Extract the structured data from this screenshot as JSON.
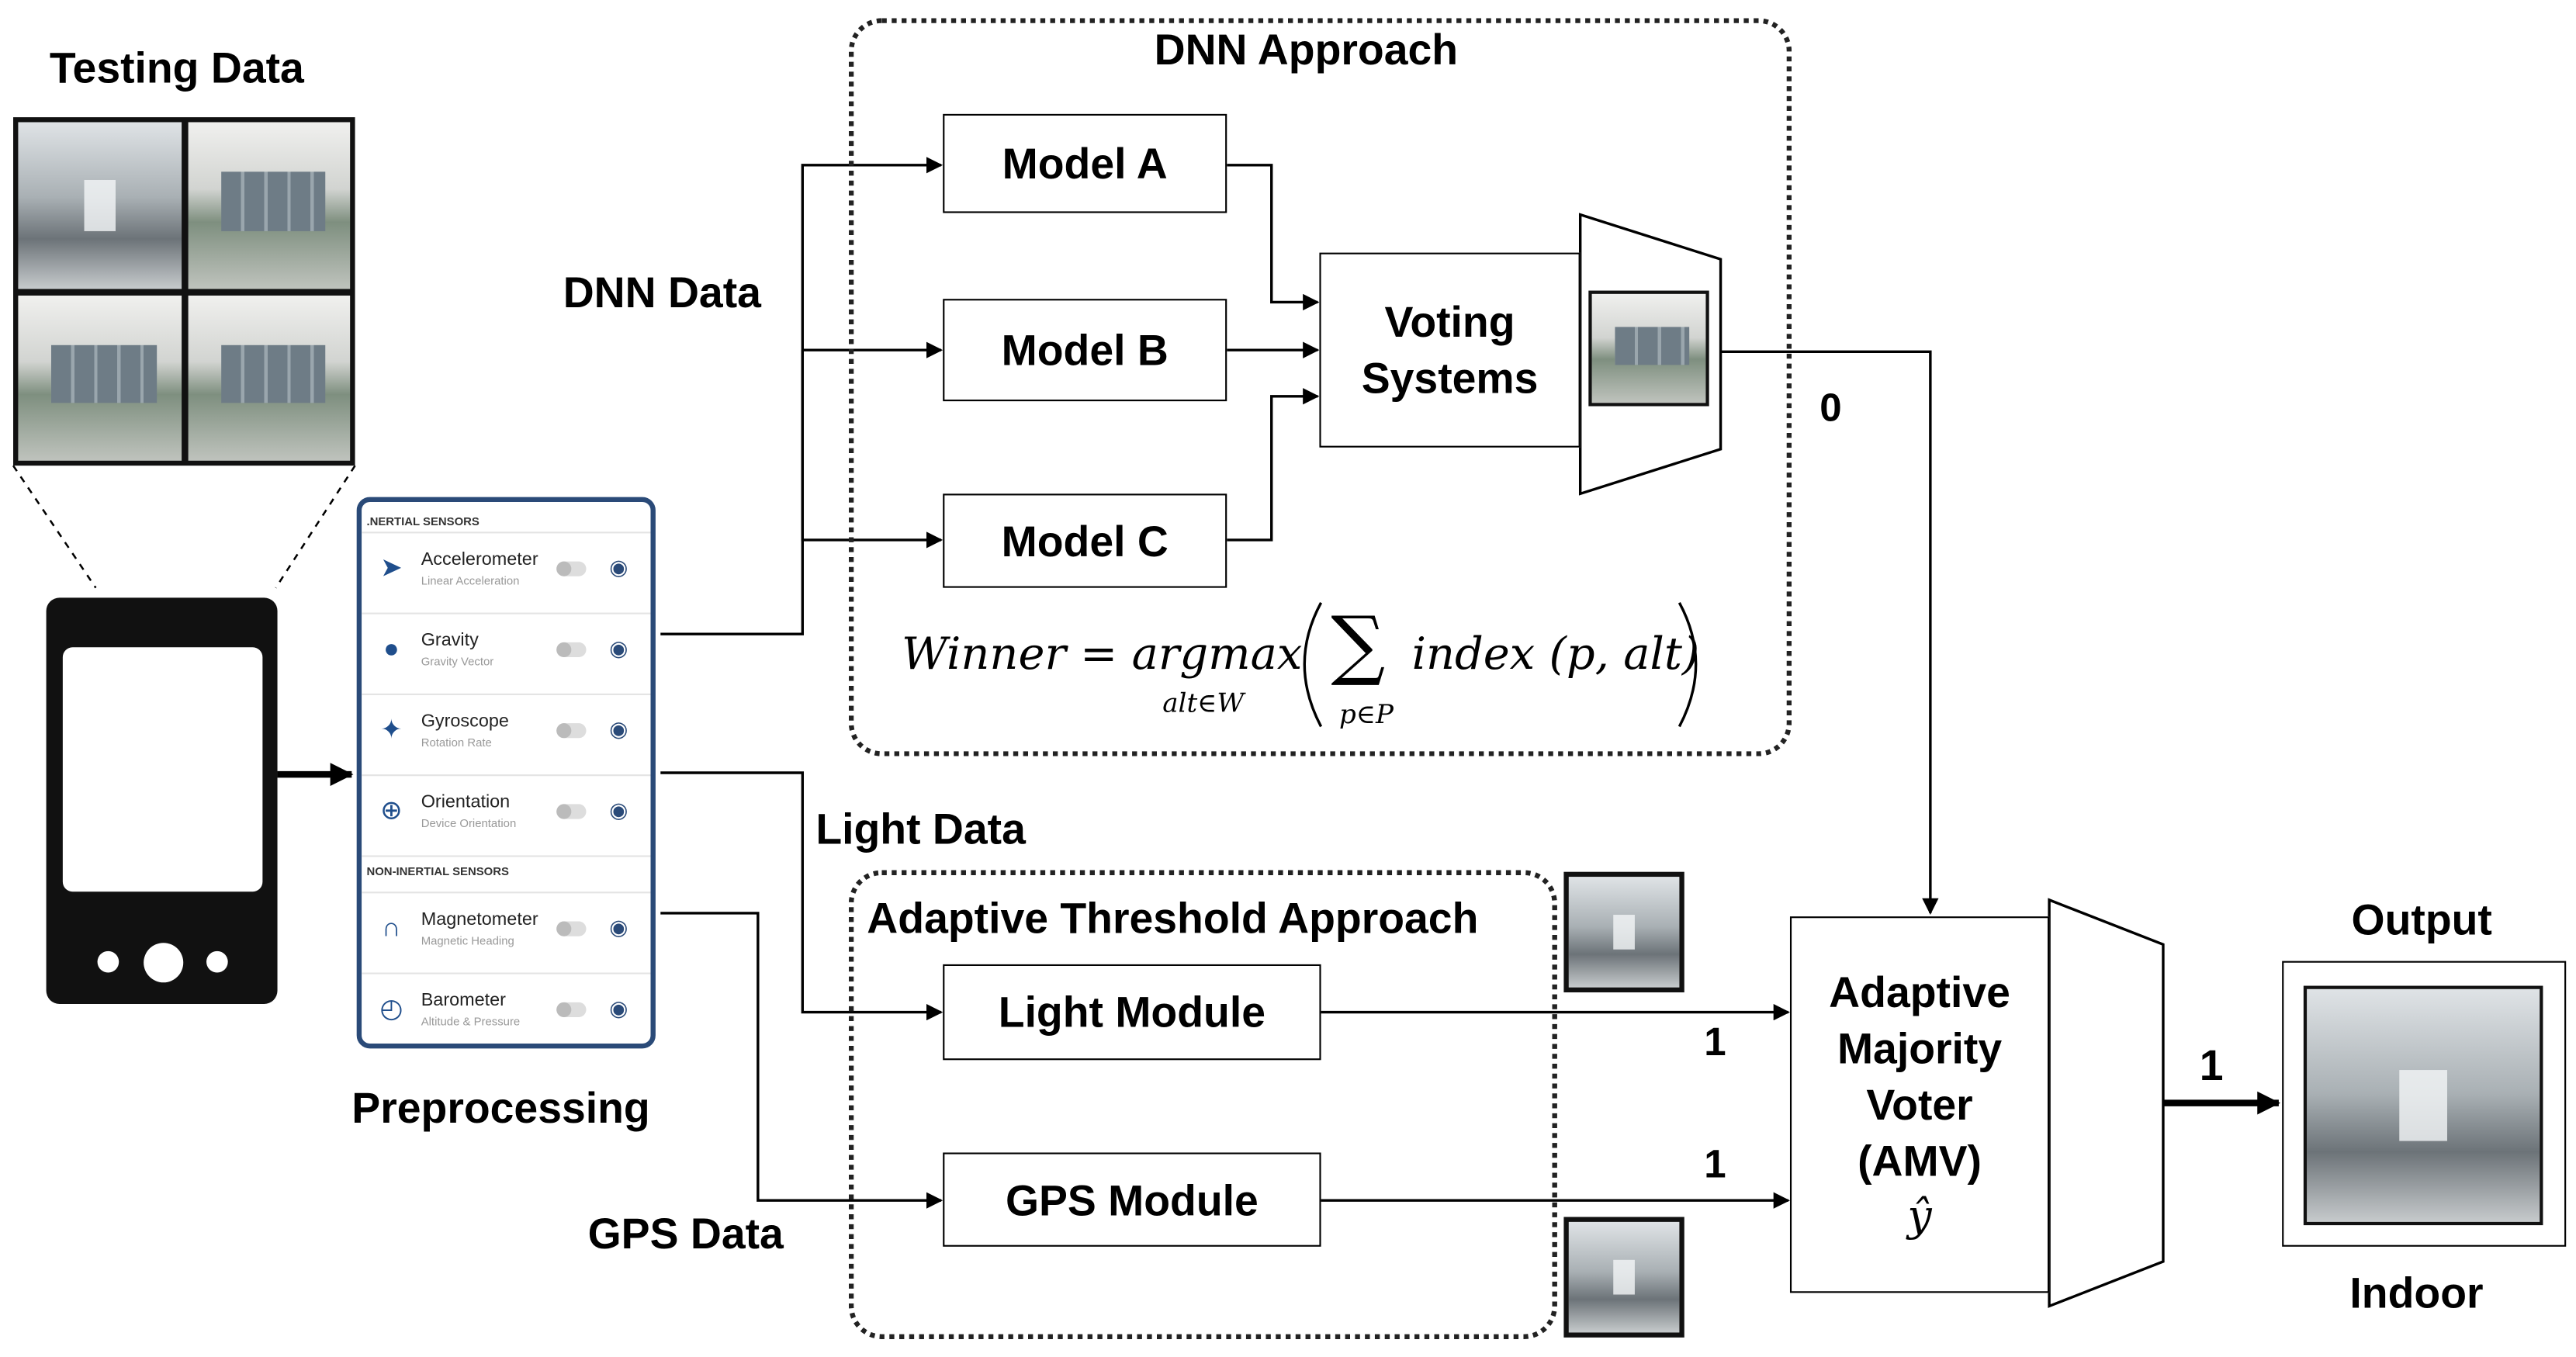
{
  "labels": {
    "testing_data": "Testing Data",
    "dnn_data": "DNN Data",
    "light_data": "Light Data",
    "gps_data": "GPS Data",
    "preprocessing": "Preprocessing",
    "output": "Output",
    "indoor": "Indoor"
  },
  "dnn_approach": {
    "title": "DNN Approach",
    "models": [
      "Model A",
      "Model B",
      "Model C"
    ],
    "voting": [
      "Voting",
      "Systems"
    ],
    "formula": {
      "lhs": "Winner = argmax",
      "sub": "alt∈W",
      "sum_sub": "p∈P",
      "rhs": "index (p, alt)"
    },
    "output_value": "0"
  },
  "adaptive_threshold": {
    "title": "Adaptive Threshold Approach",
    "light_module": "Light Module",
    "gps_module": "GPS Module",
    "light_value": "1",
    "gps_value": "1"
  },
  "amv": {
    "lines": [
      "Adaptive",
      "Majority",
      "Voter",
      "(AMV)"
    ],
    "symbol": "ŷ",
    "output_value": "1"
  },
  "sensors": {
    "inertial_header": ".NERTIAL SENSORS",
    "non_inertial_header": "NON-INERTIAL SENSORS",
    "inertial": [
      {
        "name": "Accelerometer",
        "sub": "Linear Acceleration",
        "icon": "rocket-icon"
      },
      {
        "name": "Gravity",
        "sub": "Gravity Vector",
        "icon": "apple-icon"
      },
      {
        "name": "Gyroscope",
        "sub": "Rotation Rate",
        "icon": "star-icon"
      },
      {
        "name": "Orientation",
        "sub": "Device Orientation",
        "icon": "orbit-icon"
      }
    ],
    "non_inertial": [
      {
        "name": "Magnetometer",
        "sub": "Magnetic Heading",
        "icon": "magnet-icon"
      },
      {
        "name": "Barometer",
        "sub": "Altitude & Pressure",
        "icon": "gauge-icon"
      }
    ]
  }
}
